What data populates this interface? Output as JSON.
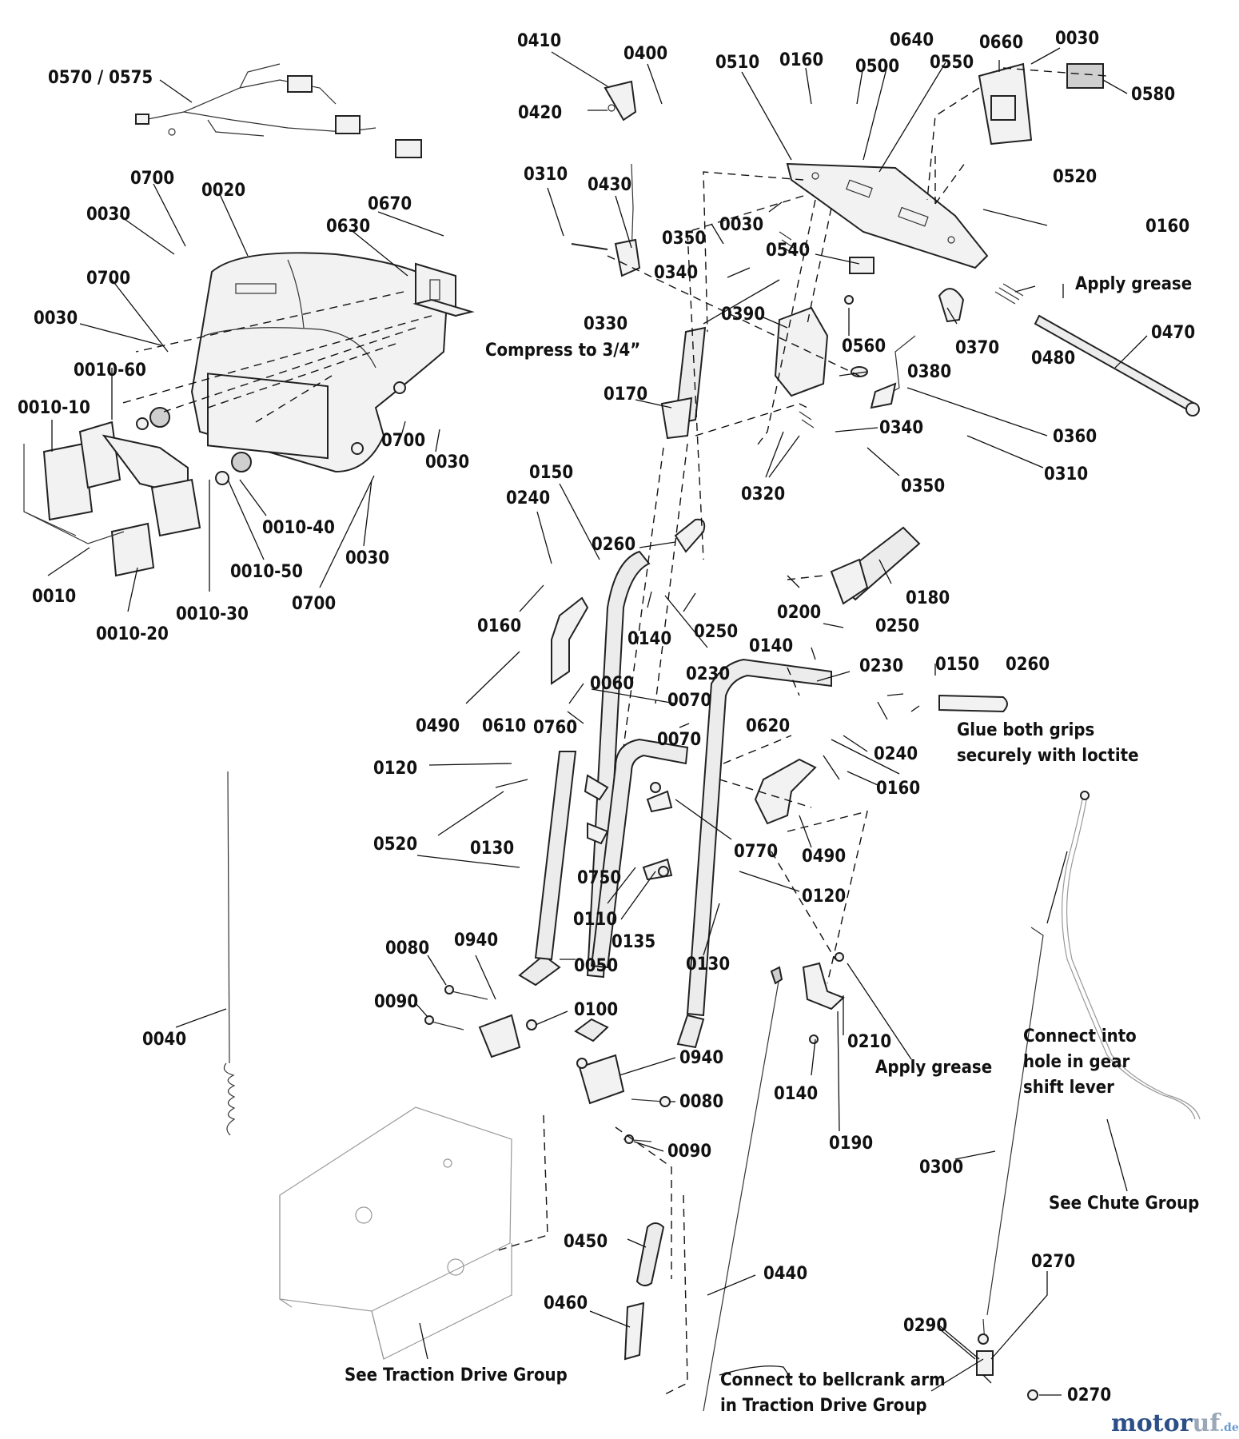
{
  "labels": {
    "l0570_0575": "0570 / 0575",
    "l0410": "0410",
    "l0400": "0400",
    "l0420": "0420",
    "l0510": "0510",
    "l0160_top": "0160",
    "l0500": "0500",
    "l0640": "0640",
    "l0550": "0550",
    "l0660": "0660",
    "l0030_top": "0030",
    "l0580": "0580",
    "l0700_a": "0700",
    "l0020": "0020",
    "l0030_a": "0030",
    "l0630": "0630",
    "l0670": "0670",
    "l0700_b": "0700",
    "l0030_b": "0030",
    "l0010_60": "0010-60",
    "l0010_10": "0010-10",
    "l0700_c": "0700",
    "l0030_c": "0030",
    "l0010_40": "0010-40",
    "l0010_50": "0010-50",
    "l0030_d": "0030",
    "l0700_d": "0700",
    "l0010": "0010",
    "l0010_30": "0010-30",
    "l0010_20": "0010-20",
    "l0310_a": "0310",
    "l0430": "0430",
    "l0350_a": "0350",
    "l0030_e": "0030",
    "l0520_a": "0520",
    "l0160_b": "0160",
    "l0340_a": "0340",
    "l0540": "0540",
    "l0330": "0330",
    "l0390": "0390",
    "l0560": "0560",
    "l0370": "0370",
    "l0480": "0480",
    "l0470": "0470",
    "l0380": "0380",
    "l0170": "0170",
    "l0340_b": "0340",
    "l0360": "0360",
    "l0310_b": "0310",
    "l0350_b": "0350",
    "l0320": "0320",
    "l0150_a": "0150",
    "l0240_a": "0240",
    "l0260_a": "0260",
    "l0180": "0180",
    "l0200": "0200",
    "l0160_c": "0160",
    "l0140_a": "0140",
    "l0250_a": "0250",
    "l0230_a": "0230",
    "l0250_b": "0250",
    "l0140_b": "0140",
    "l0230_b": "0230",
    "l0150_b": "0150",
    "l0260_b": "0260",
    "l0490_a": "0490",
    "l0610": "0610",
    "l0760": "0760",
    "l0060": "0060",
    "l0070_a": "0070",
    "l0620": "0620",
    "l0240_b": "0240",
    "l0160_d": "0160",
    "l0120_a": "0120",
    "l0070_b": "0070",
    "l0130_a": "0130",
    "l0520_b": "0520",
    "l0770": "0770",
    "l0490_b": "0490",
    "l0750": "0750",
    "l0120_b": "0120",
    "l0110": "0110",
    "l0135": "0135",
    "l0130_b": "0130",
    "l0080_a": "0080",
    "l0940_a": "0940",
    "l0050": "0050",
    "l0090_a": "0090",
    "l0100": "0100",
    "l0040": "0040",
    "l0210": "0210",
    "l0140_c": "0140",
    "l0940_b": "0940",
    "l0080_b": "0080",
    "l0090_b": "0090",
    "l0190": "0190",
    "l0300": "0300",
    "l0450": "0450",
    "l0440": "0440",
    "l0460": "0460",
    "l0270_a": "0270",
    "l0290": "0290",
    "l0270_b": "0270"
  },
  "notes": {
    "apply_grease_top": "Apply grease",
    "compress": "Compress to 3/4”",
    "glue_line1": "Glue both grips",
    "glue_line2": "securely with loctite",
    "apply_grease_bottom": "Apply grease",
    "connect_hole_1": "Connect into",
    "connect_hole_2": "hole in gear",
    "connect_hole_3": "shift lever",
    "see_chute": "See Chute Group",
    "see_traction": "See Traction Drive Group",
    "connect_bell_1": "Connect to bellcrank arm",
    "connect_bell_2": "in Traction Drive Group"
  },
  "watermark": {
    "part1": "motor",
    "part2": "uf",
    "part3": ".de"
  }
}
